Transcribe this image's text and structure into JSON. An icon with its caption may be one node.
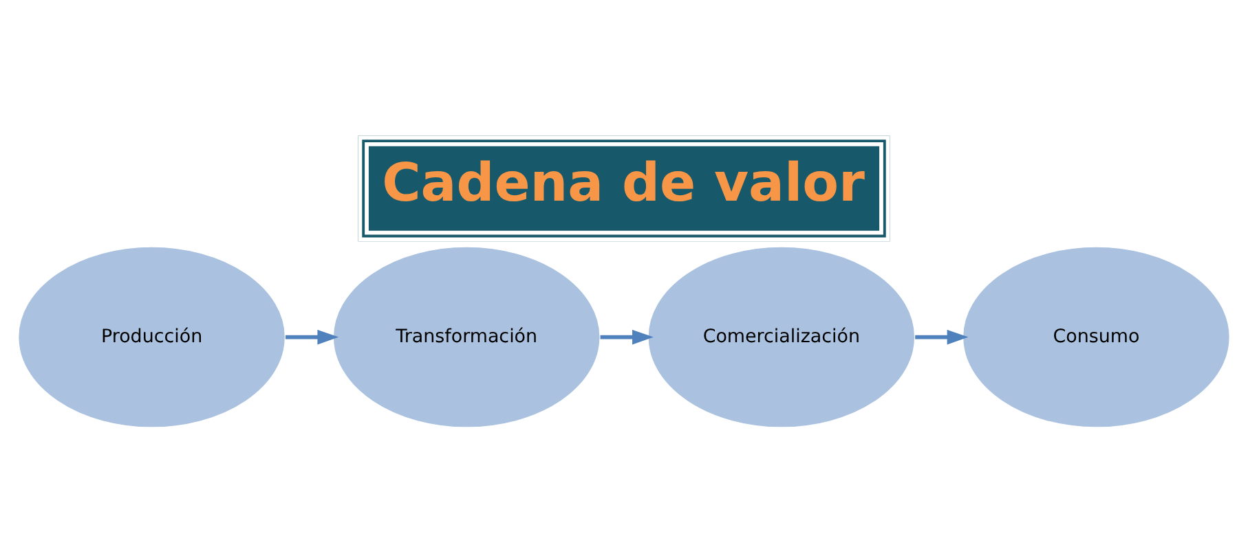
{
  "diagram": {
    "title": "Cadena de valor",
    "nodes": [
      {
        "text": [
          "Producción"
        ]
      },
      {
        "text": [
          "Transformación"
        ]
      },
      {
        "text": [
          "Comercialización"
        ]
      },
      {
        "text": [
          "Consumo"
        ]
      }
    ],
    "edges": [
      {
        "from": 0,
        "to": 1,
        "arrow": "to"
      },
      {
        "from": 1,
        "to": 2,
        "arrow": "to"
      },
      {
        "from": 2,
        "to": 3,
        "arrow": "to"
      }
    ]
  }
}
